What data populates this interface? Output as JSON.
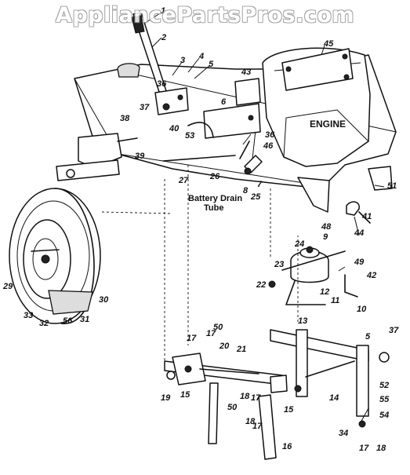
{
  "watermark": "AppliancePartsPros.com",
  "engine_label": "ENGINE",
  "battery_label_line1": "Battery Drain",
  "battery_label_line2": "Tube",
  "callouts": [
    "1",
    "2",
    "3",
    "4",
    "5",
    "36",
    "37",
    "38",
    "40",
    "53",
    "6",
    "43",
    "45",
    "36",
    "46",
    "7",
    "8",
    "25",
    "39",
    "27",
    "26",
    "51",
    "41",
    "48",
    "44",
    "9",
    "24",
    "49",
    "23",
    "42",
    "22",
    "12",
    "11",
    "10",
    "13",
    "29",
    "30",
    "33",
    "32",
    "56",
    "31",
    "50",
    "17",
    "17",
    "20",
    "21",
    "5",
    "37",
    "52",
    "19",
    "15",
    "18",
    "17",
    "50",
    "15",
    "14",
    "55",
    "54",
    "34",
    "17",
    "18",
    "16",
    "18",
    "17"
  ]
}
